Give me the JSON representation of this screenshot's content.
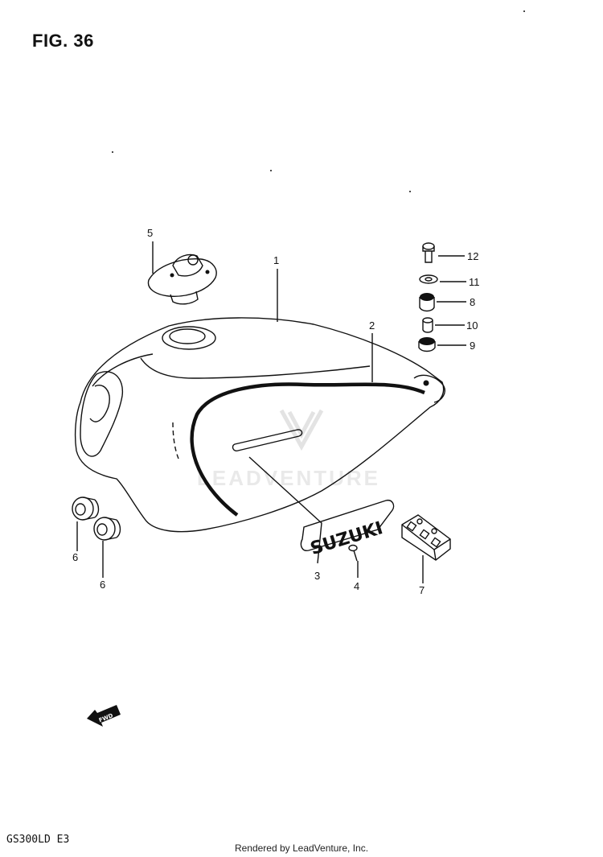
{
  "figure": {
    "title": "FIG. 36"
  },
  "model_code": "GS300LD  E3",
  "footer": {
    "credit": "Rendered by LeadVenture, Inc."
  },
  "watermark": {
    "text": "LEADVENTURE"
  },
  "emblem": {
    "text": "SUZUKI"
  },
  "fwd_arrow": {
    "text": "FWD"
  },
  "callouts": [
    {
      "id": "1",
      "label": "1"
    },
    {
      "id": "2",
      "label": "2"
    },
    {
      "id": "3",
      "label": "3"
    },
    {
      "id": "4",
      "label": "4"
    },
    {
      "id": "5",
      "label": "5"
    },
    {
      "id": "6a",
      "label": "6"
    },
    {
      "id": "6b",
      "label": "6"
    },
    {
      "id": "7",
      "label": "7"
    },
    {
      "id": "8",
      "label": "8"
    },
    {
      "id": "9",
      "label": "9"
    },
    {
      "id": "10",
      "label": "10"
    },
    {
      "id": "11",
      "label": "11"
    },
    {
      "id": "12",
      "label": "12"
    }
  ],
  "colors": {
    "ink": "#111111",
    "watermark": "#d8d8d8"
  }
}
